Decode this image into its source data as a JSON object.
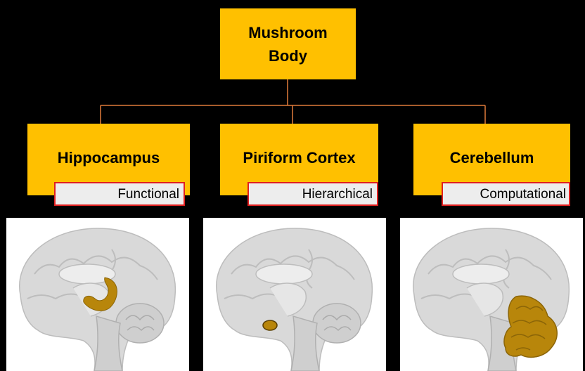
{
  "root": {
    "line1": "Mushroom",
    "line2": "Body"
  },
  "children": [
    {
      "title": "Hippocampus",
      "tag": "Functional",
      "highlight": "hippocampus"
    },
    {
      "title": "Piriform Cortex",
      "tag": "Hierarchical",
      "highlight": "piriform-cortex"
    },
    {
      "title": "Cerebellum",
      "tag": "Computational",
      "highlight": "cerebellum"
    }
  ],
  "colors": {
    "box": "#FFC000",
    "connector": "#E07A3A",
    "tag_border": "#E02020",
    "highlight": "#B8860B",
    "brain": "#D9D9D9"
  }
}
